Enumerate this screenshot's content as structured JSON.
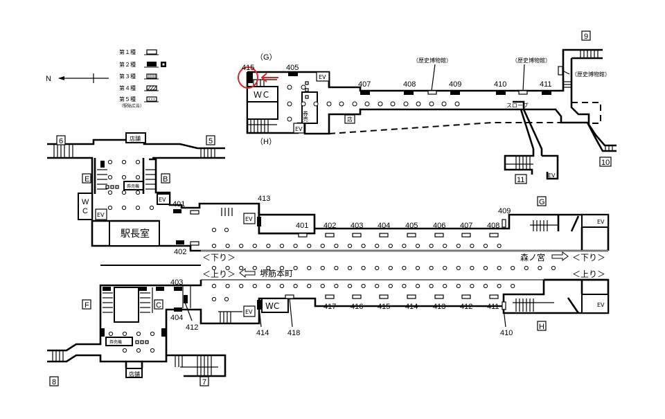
{
  "legend": {
    "north_label": "N",
    "types": [
      {
        "label": "第１種",
        "symbol": "type1-outline"
      },
      {
        "label": "第２種",
        "symbol": "type2-solid"
      },
      {
        "label": "第３種",
        "symbol": "type3-striped"
      },
      {
        "label": "第４種",
        "symbol": "type4-hatched"
      },
      {
        "label": "第５種",
        "symbol": "type5-dotted",
        "note": "（駅貼広告）"
      }
    ]
  },
  "upper_level": {
    "exit_g_label": "（G）",
    "exit_h_label": "（H）",
    "wc_label": "ＷＣ",
    "ev_label": "EV",
    "ticket_label": "券売",
    "shop_label": "店",
    "slope_label": "スロープ",
    "museum_label": "（歴史博物館）",
    "ad_numbers": [
      "415",
      "405",
      "407",
      "408",
      "409",
      "410",
      "411"
    ],
    "exits": [
      "9",
      "10",
      "11"
    ],
    "highlight": "415"
  },
  "concourse": {
    "exits": [
      "6",
      "5",
      "8",
      "7"
    ],
    "gates": [
      "E",
      "B",
      "F",
      "C",
      "G",
      "H"
    ],
    "shop_label": "店舗",
    "ticket_machine_label": "券売機",
    "wc_label": "W C",
    "station_master_label": "駅長室",
    "ev_label": "EV",
    "ad_numbers_left": [
      "401",
      "402",
      "403",
      "404",
      "412",
      "413",
      "414"
    ]
  },
  "platform": {
    "down_label": "＜下り＞",
    "up_label": "＜上り＞",
    "down_dest": "森ノ宮",
    "up_dest": "堺筋本町",
    "wc_label": "WC",
    "ev_label": "EV",
    "north_ads": [
      "401",
      "402",
      "403",
      "404",
      "405",
      "406",
      "407",
      "408",
      "409"
    ],
    "south_ads": [
      "417",
      "416",
      "415",
      "414",
      "413",
      "412",
      "411",
      "410",
      "418"
    ]
  },
  "colors": {
    "highlight": "#e02020",
    "line": "#000000"
  }
}
